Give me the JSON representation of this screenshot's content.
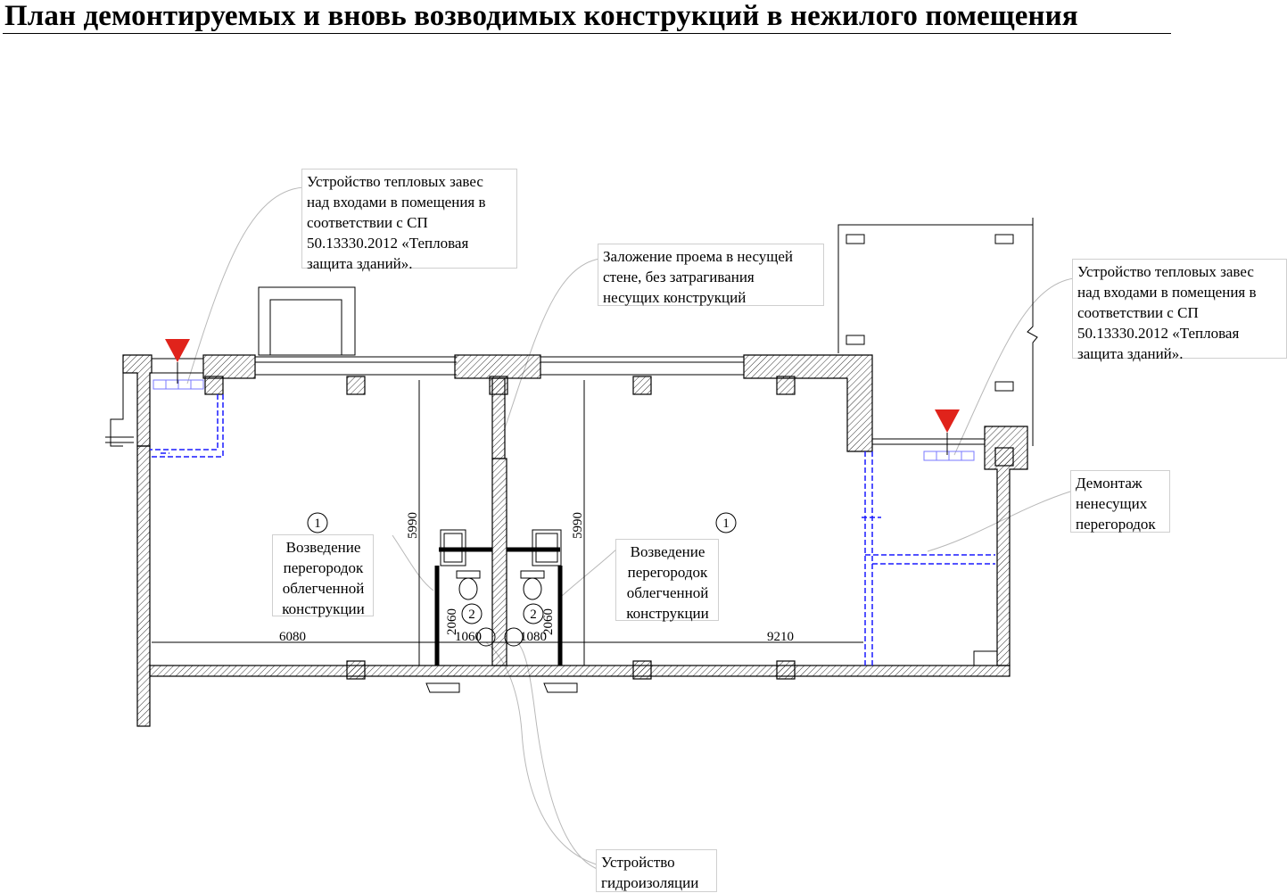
{
  "title": "План демонтируемых и вновь возводимых  конструкций в  нежилого помещения",
  "notes": {
    "curtain_left": [
      "Устройство тепловых завес",
      "над входами в помещения в",
      "соответствии с СП",
      "50.13330.2012 «Тепловая",
      "защита зданий»."
    ],
    "opening": [
      "Заложение проема в несущей",
      "стене, без затрагивания",
      "несущих конструкций"
    ],
    "curtain_right": [
      "Устройство тепловых завес",
      "над входами в помещения в",
      "соответствии с СП",
      "50.13330.2012 «Тепловая",
      "защита зданий»."
    ],
    "dismantle": [
      "Демонтаж",
      "ненесущих",
      "перегородок"
    ],
    "partition_left": [
      "Возведение",
      "перегородок",
      "облегченной",
      "конструкции"
    ],
    "partition_right": [
      "Возведение",
      "перегородок",
      "облегченной",
      "конструкции"
    ],
    "waterproofing": [
      "Устройство",
      "гидроизоляции"
    ]
  },
  "dimensions": {
    "height_left": "5990",
    "height_right": "5990",
    "wc_left": "2060",
    "wc_right": "2060",
    "width_left": "6080",
    "wc_width_left": "1060",
    "wc_width_right": "1080",
    "width_right": "9210"
  },
  "room_markers": [
    "1",
    "1",
    "2",
    "2"
  ],
  "colors": {
    "wall_line": "#000000",
    "hatch": "#000000",
    "dismantle_dashed": "#1a1aff",
    "entrance_marker": "#e0231b",
    "leader_line": "#b8b8b8"
  }
}
